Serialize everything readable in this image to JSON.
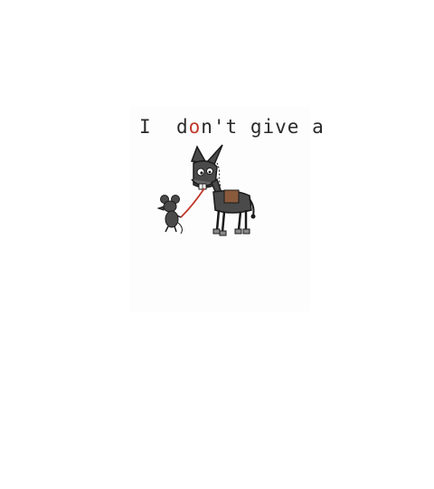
{
  "caption": {
    "word_1": "I",
    "word_2_pre": "d",
    "word_2_accent": "o",
    "word_2_post": "n't",
    "word_3": "give",
    "word_4": "a"
  },
  "colors": {
    "background": "#ffffff",
    "ink": "#2a2a2a",
    "donkey_body": "#4a4a4a",
    "saddle": "#8a5a3c",
    "leash": "#c0392b",
    "accent": "#c0392b"
  },
  "figures": [
    "donkey",
    "mouse"
  ]
}
